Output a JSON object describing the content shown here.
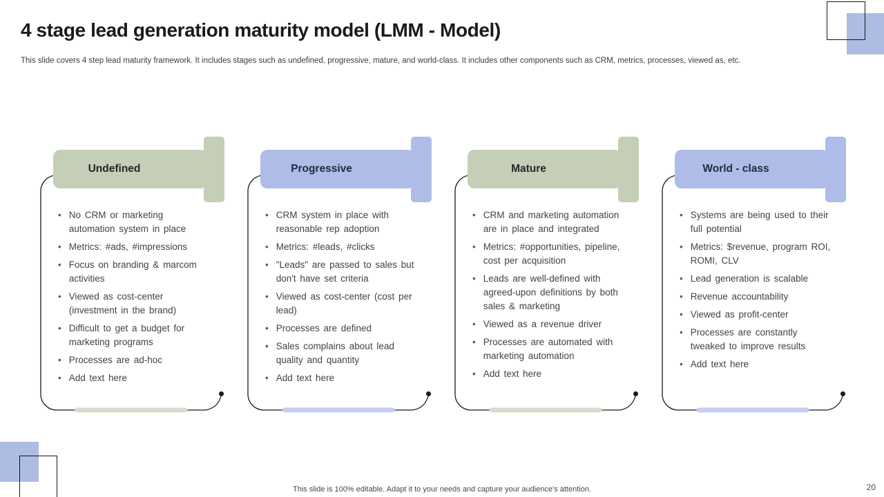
{
  "slide": {
    "title": "4 stage lead generation maturity model (LMM - Model)",
    "subtitle": "This slide covers 4 step lead maturity framework. It includes stages such as undefined, progressive, mature, and world-class. It includes other components such as CRM, metrics, processes, viewed as, etc.",
    "footer": "This slide is 100% editable.  Adapt it to your needs and capture your audience's attention.",
    "page_number": "20"
  },
  "colors": {
    "stage_green": "#c5cfb8",
    "stage_blue": "#aebce7",
    "underline_green": "#d8ddcd",
    "underline_blue": "#c4cdee",
    "accent_square_blue": "#aebce4",
    "outline_black": "#1a1a1a",
    "title_text": "#1a1a1a",
    "body_text": "#424242"
  },
  "stages": [
    {
      "label": "Undefined",
      "theme": "green",
      "bullets": [
        "No CRM or marketing automation system in place",
        "Metrics: #ads, #impressions",
        "Focus on branding & marcom activities",
        "Viewed as cost-center (investment in the brand)",
        "Difficult to get a budget for marketing programs",
        "Processes are ad-hoc",
        "Add text here"
      ]
    },
    {
      "label": "Progressive",
      "theme": "blue",
      "bullets": [
        "CRM system in place with reasonable rep adoption",
        "Metrics: #leads, #clicks",
        "\"Leads\" are passed to sales but don't have set criteria",
        "Viewed as cost-center (cost per lead)",
        "Processes are defined",
        "Sales complains about lead quality and quantity",
        "Add text here"
      ]
    },
    {
      "label": "Mature",
      "theme": "green",
      "bullets": [
        "CRM and marketing automation are in place and integrated",
        "Metrics: #opportunities, pipeline, cost per acquisition",
        "Leads are well-defined with agreed-upon definitions by both sales & marketing",
        "Viewed as a revenue driver",
        "Processes are automated with marketing automation",
        "Add text here"
      ]
    },
    {
      "label": "World - class",
      "theme": "blue",
      "bullets": [
        "Systems are being used to their full potential",
        "Metrics: $revenue, program ROI, ROMI, CLV",
        "Lead generation is scalable",
        "Revenue accountability",
        "Viewed as profit-center",
        "Processes are constantly tweaked to improve results",
        "Add text here"
      ]
    }
  ]
}
